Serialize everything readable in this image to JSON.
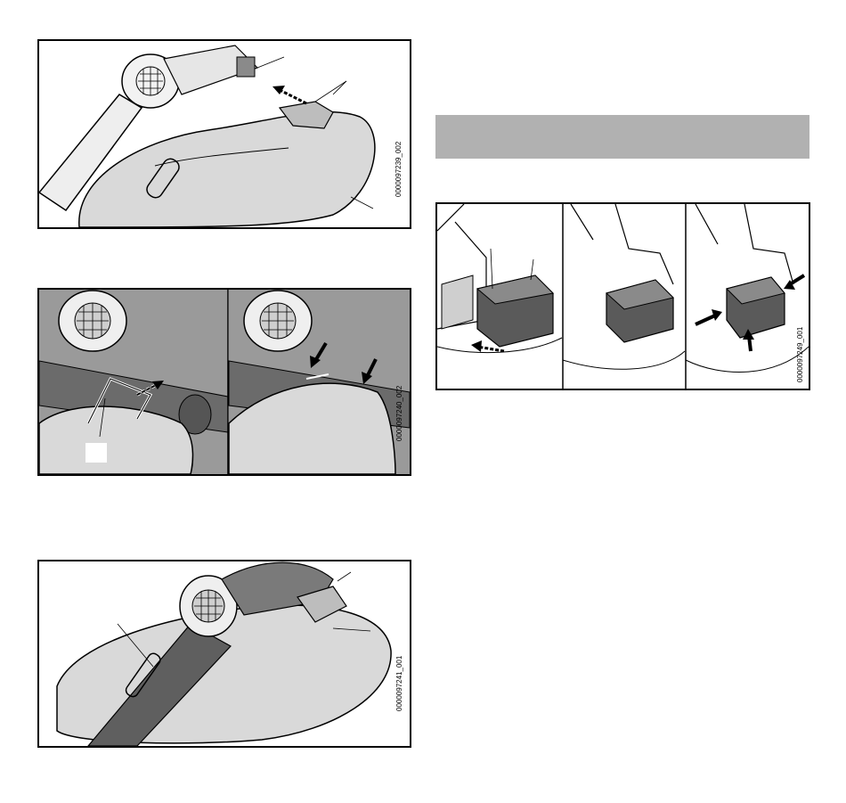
{
  "figures": [
    {
      "code": "0000097239_002"
    },
    {
      "code": "0000097240_002"
    },
    {
      "code": "0000097241_001"
    },
    {
      "code": "0000097249_001"
    }
  ],
  "colors": {
    "bag": "#d9d9d9",
    "tube": "#6b6b6b",
    "band": "#b1b1b1",
    "battery": "#5a5a5a"
  }
}
